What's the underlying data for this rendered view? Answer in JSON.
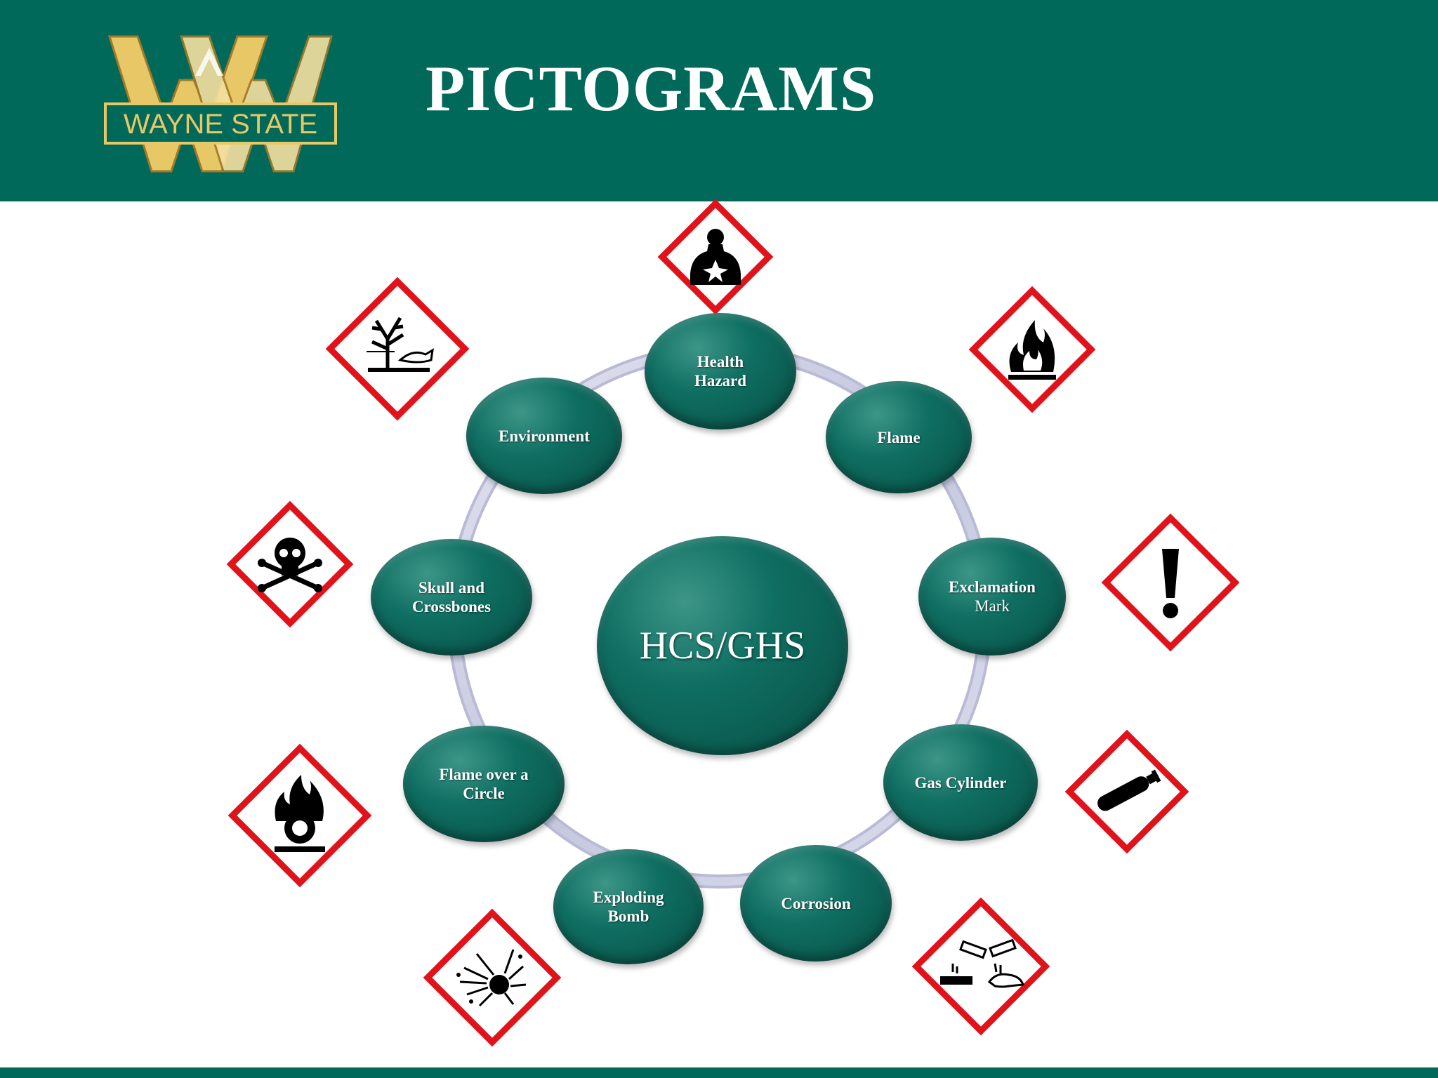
{
  "header": {
    "title": "PICTOGRAMS",
    "logo_text": "WAYNE STATE",
    "background_color": "#00695a",
    "logo_gold": "#e8c766",
    "logo_dark_gold": "#a07a2a"
  },
  "diagram": {
    "type": "cycle",
    "hub": {
      "label": "HCS/GHS"
    },
    "nodes": [
      {
        "line1": "Health",
        "line2": "Hazard",
        "icon": "health-hazard-icon"
      },
      {
        "line1": "Flame",
        "line2": "",
        "icon": "flame-icon"
      },
      {
        "line1": "Exclamation",
        "line2": "Mark",
        "icon": "exclamation-mark-icon"
      },
      {
        "line1": "Gas Cylinder",
        "line2": "",
        "icon": "gas-cylinder-icon"
      },
      {
        "line1": "Corrosion",
        "line2": "",
        "icon": "corrosion-icon"
      },
      {
        "line1": "Exploding",
        "line2": "Bomb",
        "icon": "exploding-bomb-icon"
      },
      {
        "line1": "Flame over a",
        "line2": "Circle",
        "icon": "flame-over-circle-icon"
      },
      {
        "line1": "Skull and",
        "line2": "Crossbones",
        "icon": "skull-and-crossbones-icon"
      },
      {
        "line1": "Environment",
        "line2": "",
        "icon": "environment-icon"
      }
    ],
    "colors": {
      "node": "#0b5c51",
      "ring": "#cfd1e6",
      "pictogram_border": "#e0131b",
      "pictogram_symbol": "#000000"
    }
  }
}
